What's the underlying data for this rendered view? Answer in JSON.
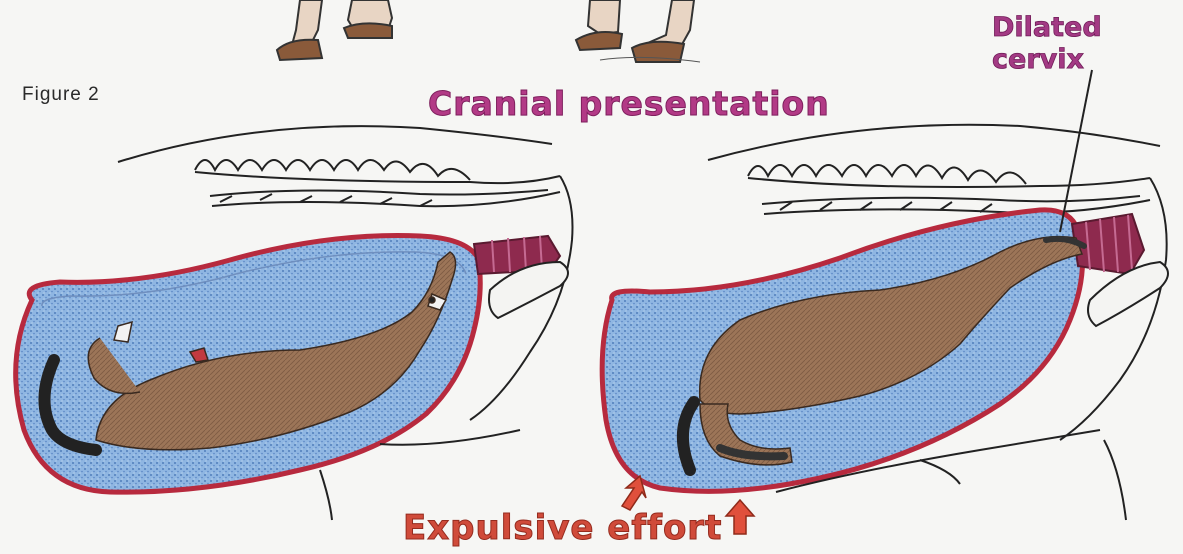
{
  "figure_label": "Figure  2",
  "title": "Cranial presentation",
  "cervix_label": {
    "line1": "Dilated",
    "line2": "cervix"
  },
  "effort_label": "Expulsive  effort",
  "colors": {
    "title": "#b23a86",
    "effort": "#d04b3a",
    "fluid": "#7fa9d8",
    "foal": "#9a7458",
    "uterine_wall": "#b72a3e",
    "arrow": "#e0503c"
  }
}
